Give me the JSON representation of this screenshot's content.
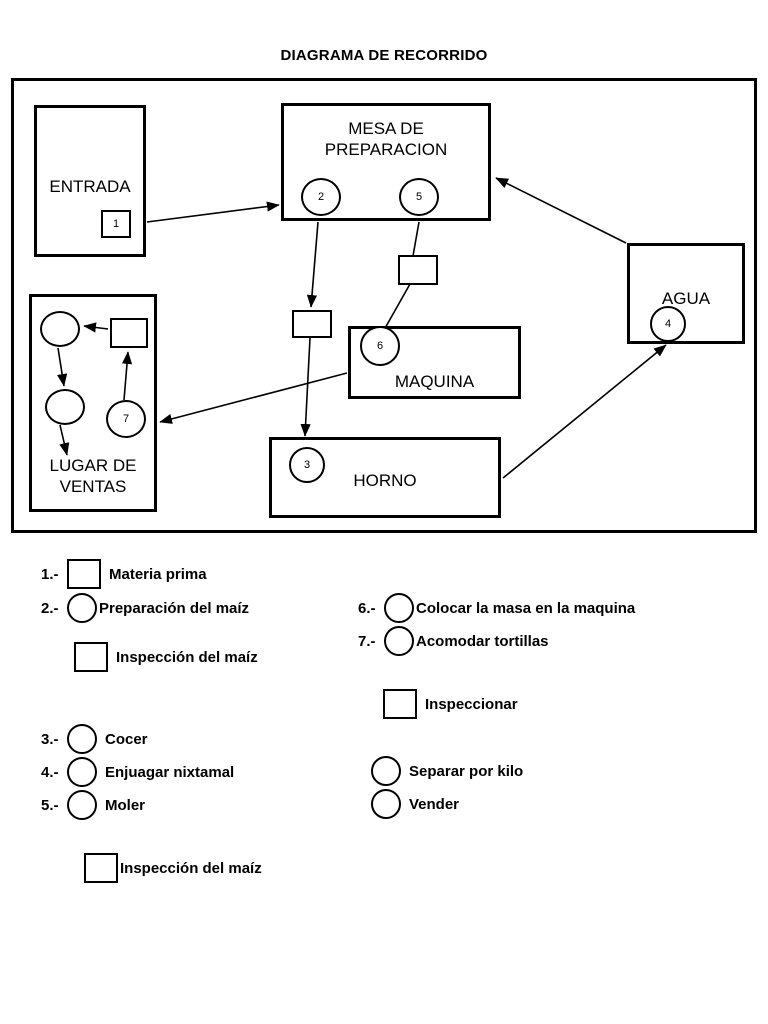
{
  "document": {
    "title": "DIAGRAMA DE RECORRIDO"
  },
  "diagram": {
    "areas": [
      {
        "id": "entrada",
        "label": "ENTRADA"
      },
      {
        "id": "mesa",
        "label_line1": "MESA DE",
        "label_line2": "PREPARACION"
      },
      {
        "id": "agua",
        "label": "AGUA"
      },
      {
        "id": "maquina",
        "label": "MAQUINA"
      },
      {
        "id": "horno",
        "label": "HORNO"
      },
      {
        "id": "ventas",
        "label_line1": "LUGAR DE",
        "label_line2": "VENTAS"
      }
    ],
    "symbols": {
      "entrada_inspection": "1",
      "mesa_op_left": "2",
      "mesa_op_right": "5",
      "maquina_op": "6",
      "horno_op": "3",
      "agua_op": "4",
      "ventas_op": "7",
      "mesa_inspection_left": "",
      "mesa_inspection_right": "",
      "ventas_inspection": "",
      "ventas_circle_upper": "",
      "ventas_circle_lower": ""
    }
  },
  "legend": {
    "left_column": [
      {
        "num": "1.-",
        "shape": "square",
        "text": "Materia prima"
      },
      {
        "num": "2.-",
        "shape": "circle",
        "text": "Preparación del maíz"
      },
      {
        "num": "",
        "shape": "square",
        "text": "Inspección del maíz"
      },
      {
        "num": "3.-",
        "shape": "circle",
        "text": "Cocer"
      },
      {
        "num": "4.-",
        "shape": "circle",
        "text": "Enjuagar nixtamal"
      },
      {
        "num": "5.-",
        "shape": "circle",
        "text": "Moler"
      },
      {
        "num": "",
        "shape": "square",
        "text": "Inspección del maíz"
      }
    ],
    "right_column": [
      {
        "num": "6.-",
        "shape": "circle",
        "text": "Colocar la masa en la maquina"
      },
      {
        "num": "7.-",
        "shape": "circle",
        "text": "Acomodar tortillas"
      },
      {
        "num": "",
        "shape": "square",
        "text": "Inspeccionar"
      },
      {
        "num": "",
        "shape": "circle",
        "text": "Separar por kilo"
      },
      {
        "num": "",
        "shape": "circle",
        "text": "Vender"
      }
    ]
  },
  "colors": {
    "stroke": "#000000",
    "background": "#ffffff"
  }
}
